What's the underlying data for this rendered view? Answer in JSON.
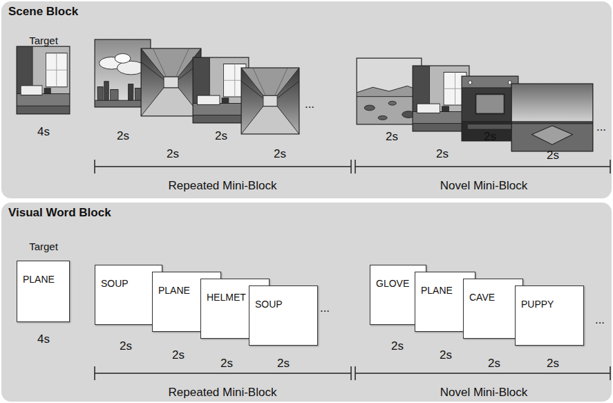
{
  "diagram": {
    "nodes": [
      {
        "text": [
          "Scene Block"
        ]
      },
      {
        "text": [
          "Visual Word Block"
        ]
      },
      {
        "text": [
          "PLANE"
        ],
        "in": 1
      },
      {
        "text": [
          "SOUP"
        ],
        "in": 1
      },
      {
        "text": [
          "PLANE"
        ],
        "in": 1
      },
      {
        "text": [
          "HELMET"
        ],
        "in": 1
      },
      {
        "text": [
          "SOUP"
        ],
        "in": 1
      },
      {
        "text": [
          "GLOVE"
        ],
        "in": 1
      },
      {
        "text": [
          "PLANE"
        ],
        "in": 1
      },
      {
        "text": [
          "CAVE"
        ],
        "in": 1
      },
      {
        "text": [
          "PUPPY"
        ],
        "in": 1
      }
    ],
    "labels": [
      "Target",
      "4s",
      "2s",
      "2s",
      "2s",
      "2s",
      "...",
      "Repeated Mini-Block",
      "2s",
      "2s",
      "2s",
      "2s",
      "...",
      "Novel Mini-Block",
      "Target",
      "4s",
      "2s",
      "2s",
      "2s",
      "2s",
      "...",
      "Repeated Mini-Block",
      "2s",
      "2s",
      "2s",
      "2s",
      "...",
      "Novel Mini-Block"
    ]
  }
}
